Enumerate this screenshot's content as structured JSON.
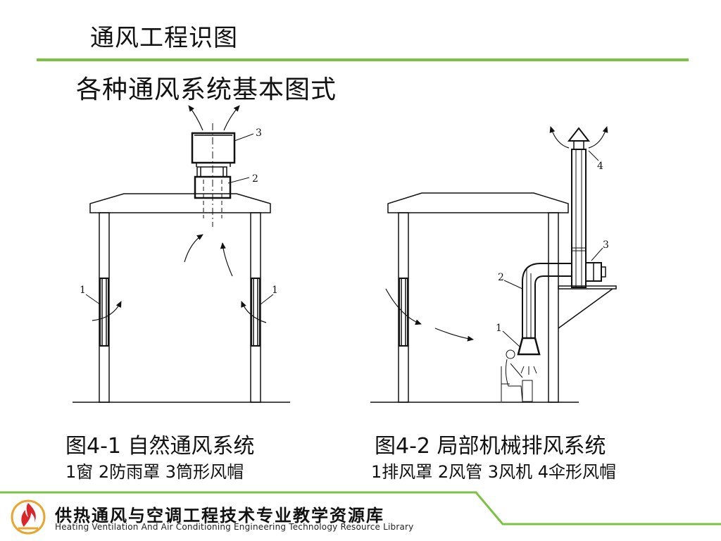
{
  "header": {
    "title": "通风工程识图"
  },
  "subtitle": "各种通风系统基本图式",
  "figure1": {
    "caption": "图4-1 自然通风系统",
    "legend": "1窗   2防雨罩  3筒形风帽",
    "labels": [
      "1",
      "1",
      "2",
      "3"
    ]
  },
  "figure2": {
    "caption": "图4-2 局部机械排风系统",
    "legend": "1排风罩   2风管   3风机  4伞形风帽",
    "labels": [
      "1",
      "2",
      "3",
      "4"
    ]
  },
  "footer": {
    "library_cn": "供热通风与空调工程技术专业教学资源库",
    "library_en": "Heating  Ventilation And Air Conditioning Engineering Technology Resource Library"
  },
  "colors": {
    "accent_green": "#7cc242",
    "line": "#111111"
  },
  "icons": {
    "logo": "library-flame-logo-icon"
  }
}
